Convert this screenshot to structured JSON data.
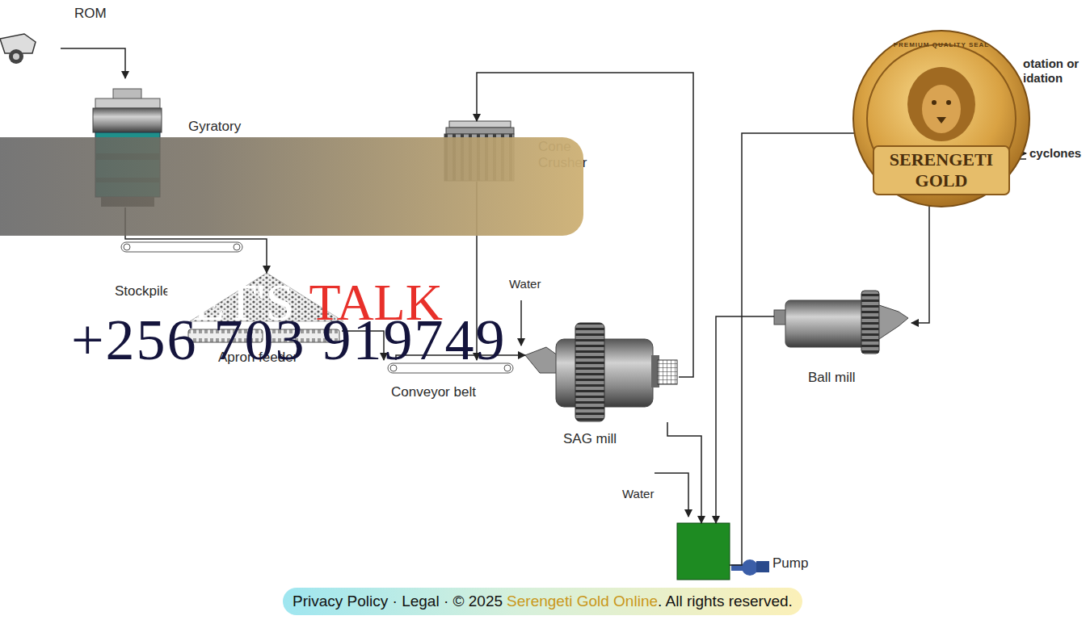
{
  "diagram": {
    "nodes": [
      {
        "text": [
          "ROM"
        ]
      },
      {
        "text": [
          "Gyratory"
        ]
      },
      {
        "text": [
          "Stockpile"
        ]
      },
      {
        "text": [
          "Apron feeder"
        ]
      },
      {
        "text": [
          "Conveyor belt"
        ]
      },
      {
        "text": [
          "Cone Crusher"
        ]
      },
      {
        "text": [
          "SAG mill"
        ]
      },
      {
        "text": [
          "Ball mill"
        ]
      },
      {
        "text": [
          "Pump"
        ]
      },
      {
        "text": [
          "cyclones"
        ]
      },
      {
        "text": [
          "otation or idation"
        ]
      },
      {
        "text": [
          "LET'S",
          "TALK",
          "+256 703 919749"
        ]
      },
      {
        "text": [
          "PREMIUM QUALITY SEAL",
          "SERENGETI GOLD"
        ]
      },
      {
        "text": [
          "Privacy Policy · Legal · © 2025",
          "Serengeti Gold Online",
          ". All rights reserved."
        ]
      }
    ],
    "edges": [
      {
        "from": 0,
        "to": 1,
        "arrow": "to"
      },
      {
        "from": 1,
        "to": 2,
        "arrow": "to"
      },
      {
        "from": 3,
        "to": 4,
        "arrow": "to"
      },
      {
        "from": 4,
        "to": 6,
        "arrow": "to"
      },
      {
        "from": 5,
        "to": 4,
        "arrow": "to"
      },
      {
        "from": 6,
        "to": 5,
        "arrow": "to"
      },
      {
        "from": 6,
        "to": 8,
        "arrow": "to"
      },
      {
        "from": 7,
        "to": 8,
        "arrow": "to"
      },
      {
        "from": 8,
        "to": 9,
        "arrow": "to"
      },
      {
        "from": 9,
        "to": 7,
        "arrow": "to"
      }
    ],
    "labels": [
      "Water",
      "Water"
    ]
  }
}
